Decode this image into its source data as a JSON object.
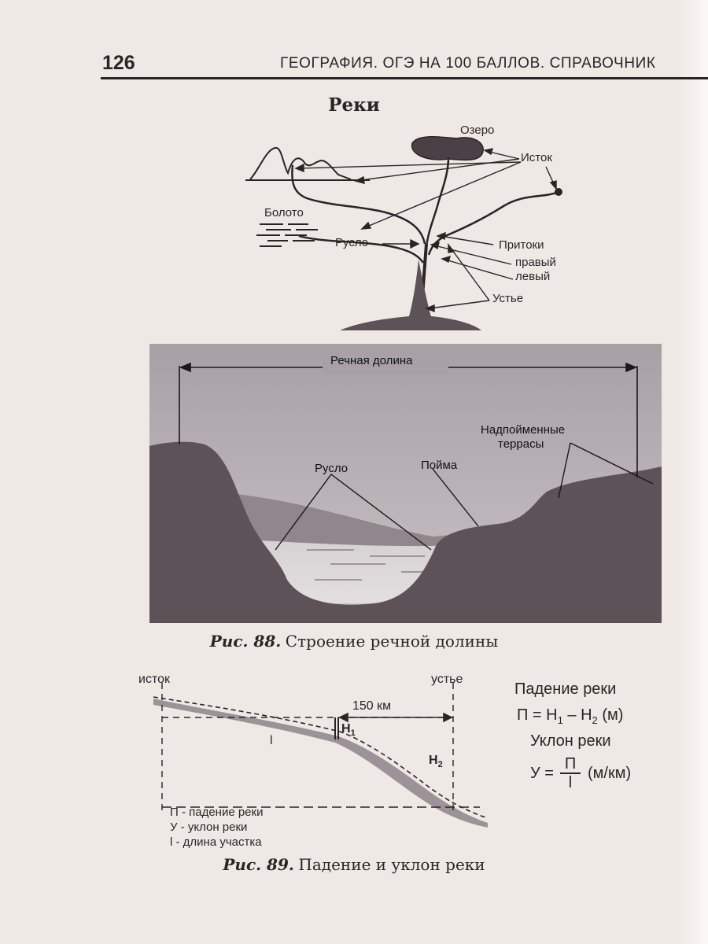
{
  "header": {
    "page_number": "126",
    "title": "ГЕОГРАФИЯ. ОГЭ НА 100 БАЛЛОВ. СПРАВОЧНИК"
  },
  "section_title": "Реки",
  "river_diagram": {
    "labels": {
      "lake": "Озеро",
      "source": "Исток",
      "swamp": "Болото",
      "channel": "Русло",
      "tributaries": "Притоки",
      "right": "правый",
      "left": "левый",
      "mouth": "Устье"
    }
  },
  "valley_diagram": {
    "labels": {
      "valley": "Речная долина",
      "terraces_line1": "Надпойменные",
      "terraces_line2": "террасы",
      "channel": "Русло",
      "floodplain": "Пойма"
    }
  },
  "figure88": {
    "number": "Рис. 88.",
    "caption": "Строение речной долины"
  },
  "slope_diagram": {
    "labels": {
      "source": "исток",
      "mouth": "устье",
      "distance": "150 км",
      "h1_base": "H",
      "h1_sub": "1",
      "h2_base": "H",
      "h2_sub": "2",
      "length": "l"
    },
    "legend": [
      "П - падение реки",
      "У - уклон реки",
      "l - длина участка"
    ],
    "formulas": {
      "fall_title": "Падение реки",
      "fall_lhs": "П = H",
      "fall_sub1": "1",
      "fall_mid": " – H",
      "fall_sub2": "2",
      "fall_unit": " (м)",
      "slope_title": "Уклон реки",
      "slope_lhs": "У =",
      "slope_num": "П",
      "slope_den": "l",
      "slope_unit": "(м/км)"
    }
  },
  "figure89": {
    "number": "Рис. 89.",
    "caption": "Падение и уклон реки"
  }
}
